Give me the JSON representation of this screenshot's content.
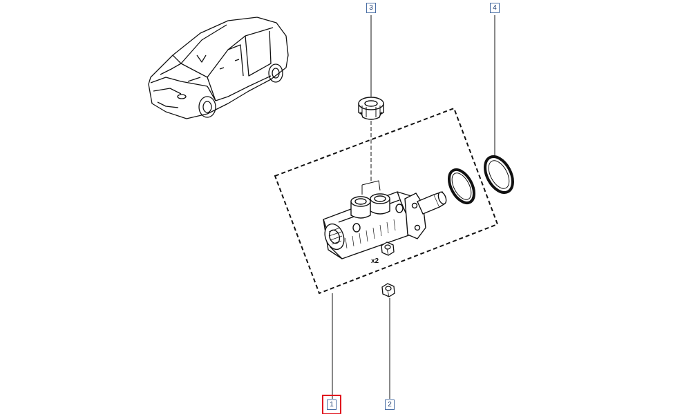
{
  "callouts": [
    {
      "ref": "1",
      "selected": true
    },
    {
      "ref": "2",
      "selected": false
    },
    {
      "ref": "3",
      "selected": false
    },
    {
      "ref": "4",
      "selected": false
    }
  ],
  "quantity_label": "x2",
  "colors": {
    "line": "#111111",
    "callout_border": "#4a6fa5",
    "callout_text": "#1f3f73",
    "selection": "#e0141e"
  },
  "icons": [
    "car-illustration",
    "master-cylinder",
    "reservoir-grommet",
    "seal-ring",
    "mounting-nut"
  ]
}
